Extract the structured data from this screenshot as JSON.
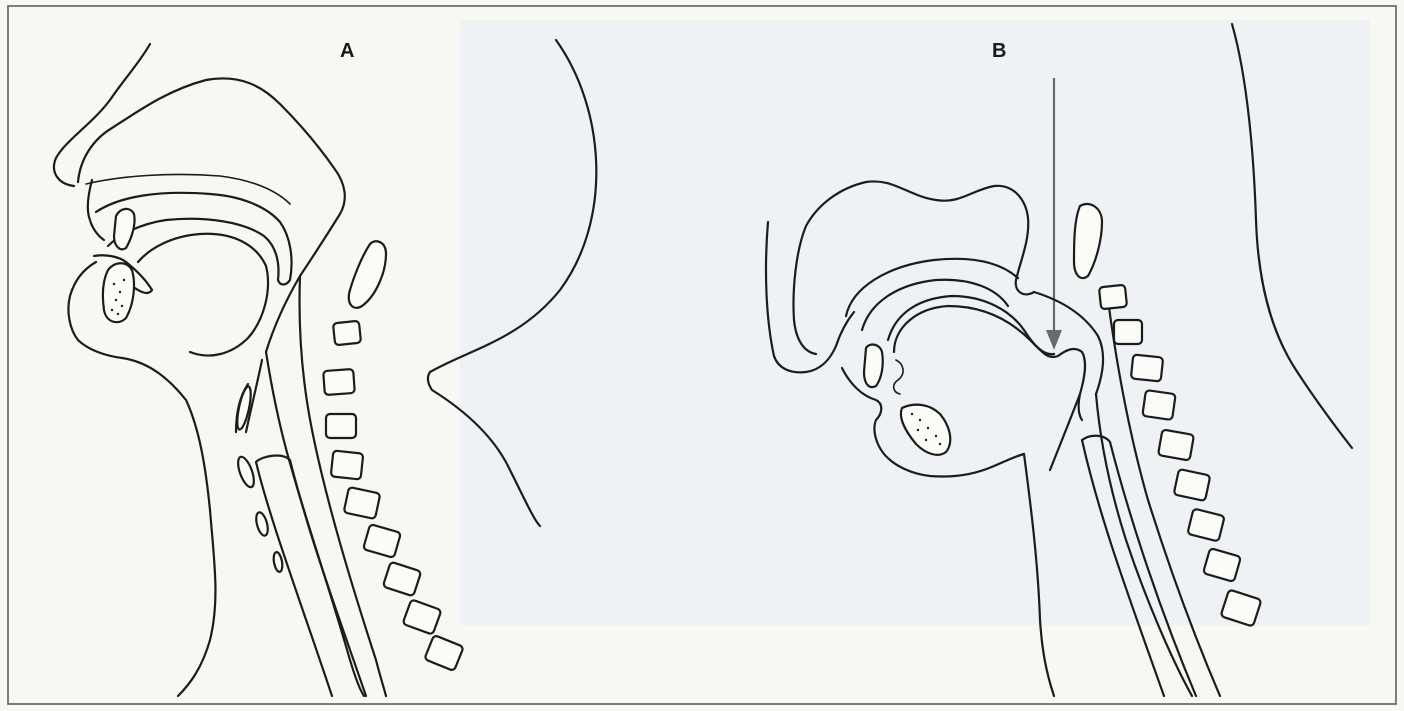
{
  "panels": [
    {
      "id": "A",
      "label": "A"
    },
    {
      "id": "B",
      "label": "B"
    }
  ],
  "colors": {
    "background": "#f7f7f3",
    "frame": "#6e6e6e",
    "ink": "#1c1c1c",
    "arrow": "#6a6a6a",
    "shading": "#e8eef5"
  }
}
